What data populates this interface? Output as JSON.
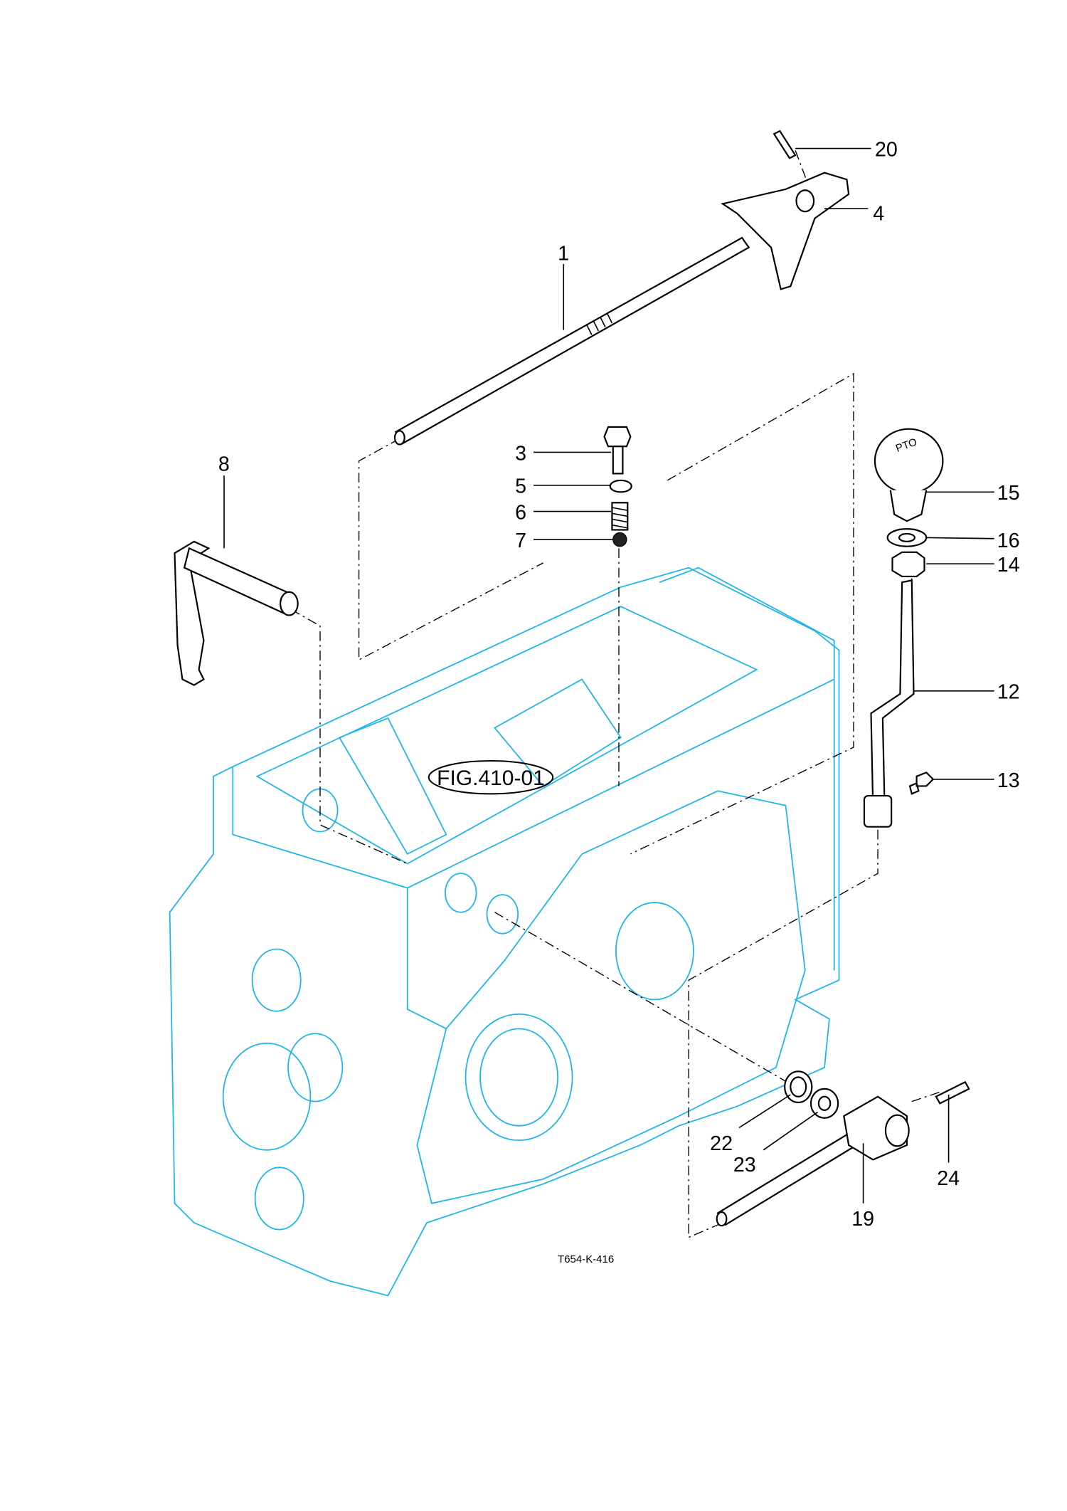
{
  "diagram": {
    "figure_reference": "FIG.410-01",
    "drawing_code": "T654-K-416",
    "knob_marking": "PTO",
    "callouts": {
      "p1": "1",
      "p3": "3",
      "p4": "4",
      "p5": "5",
      "p6": "6",
      "p7": "7",
      "p8": "8",
      "p12": "12",
      "p13": "13",
      "p14": "14",
      "p15": "15",
      "p16": "16",
      "p19": "19",
      "p20": "20",
      "p22": "22",
      "p23": "23",
      "p24": "24"
    },
    "colors": {
      "housing": "#1fb4ea",
      "parts": "#000000"
    }
  }
}
